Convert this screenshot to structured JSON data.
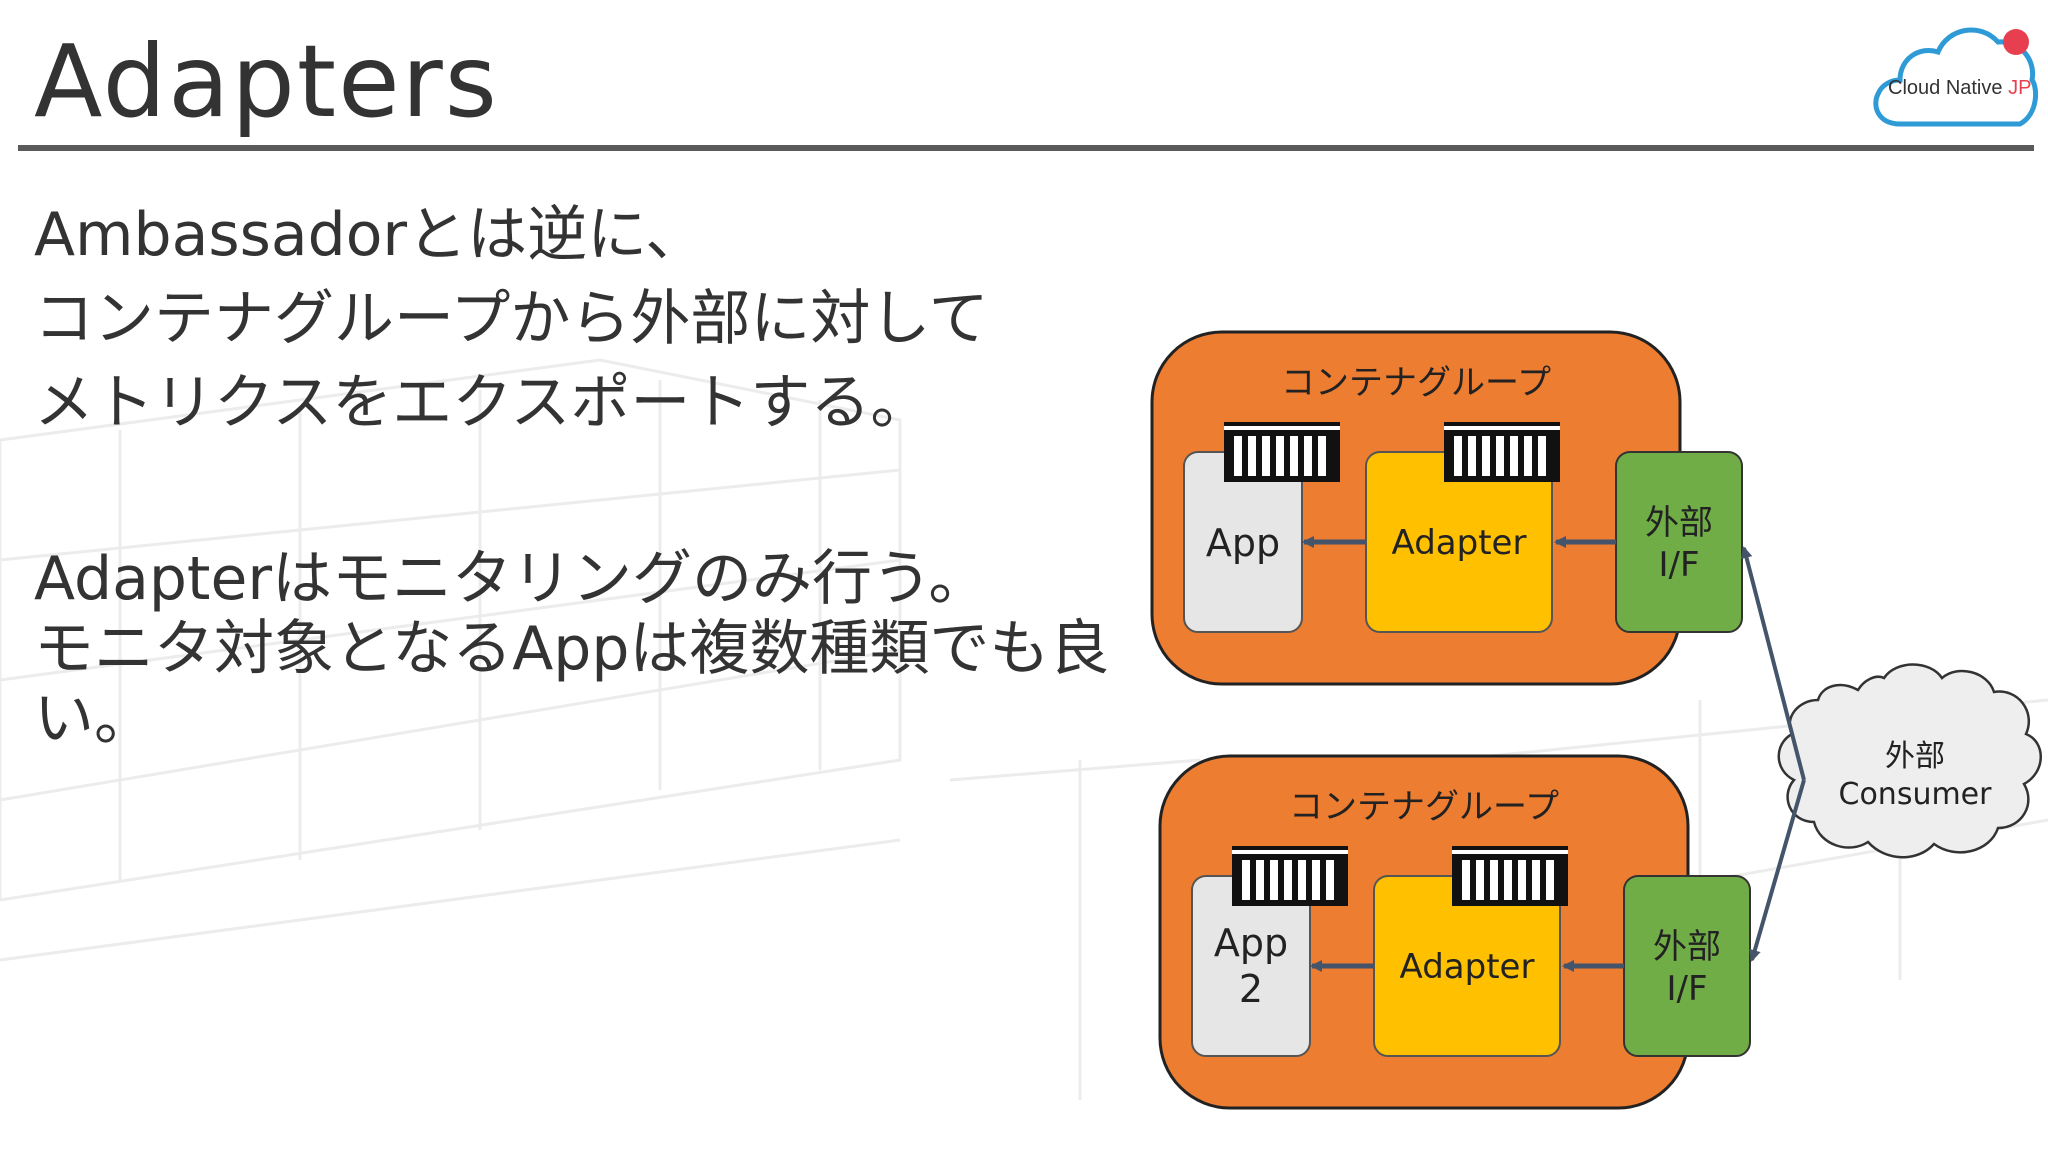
{
  "slide": {
    "title": "Adapters",
    "logo_text_main": "Cloud Native ",
    "logo_text_accent": "JP",
    "paragraph1": [
      "Ambassadorとは逆に、",
      "コンテナグループから外部に対して",
      "メトリクスをエクスポートする。"
    ],
    "paragraph2": [
      "Adapterはモニタリングのみ行う。",
      "モニタ対象となるAppは複数種類でも良",
      "い。"
    ]
  },
  "diagram": {
    "groups": [
      {
        "label": "コンテナグループ",
        "app_lines": [
          "App"
        ],
        "adapter_label": "Adapter",
        "iface_lines": [
          "外部",
          "I/F"
        ]
      },
      {
        "label": "コンテナグループ",
        "app_lines": [
          "App",
          "2"
        ],
        "adapter_label": "Adapter",
        "iface_lines": [
          "外部",
          "I/F"
        ]
      }
    ],
    "consumer_lines": [
      "外部",
      "Consumer"
    ]
  },
  "colors": {
    "group_fill": "#ed7d31",
    "adapter_fill": "#ffc000",
    "iface_fill": "#70ad47",
    "app_fill": "#e7e6e6",
    "arrow": "#44546a",
    "logo_blue": "#2f9bd6",
    "logo_red": "#e83f50"
  }
}
